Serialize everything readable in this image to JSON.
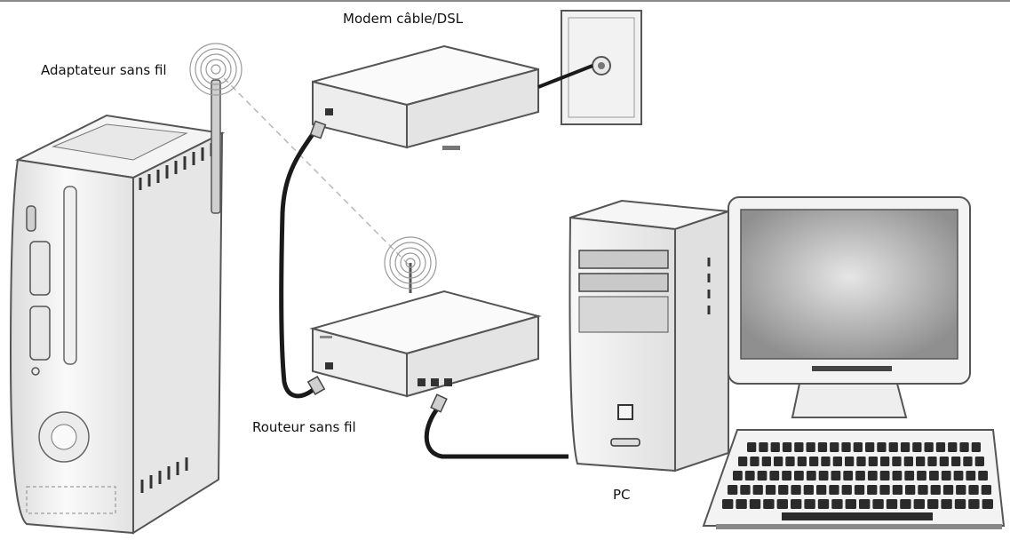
{
  "labels": {
    "modem": "Modem câble/DSL",
    "adapter": "Adaptateur sans fil",
    "router": "Routeur sans fil",
    "pc": "PC"
  },
  "colors": {
    "cable": "#1a1a1a",
    "device_fill": "#f3f3f3",
    "device_stroke": "#555555",
    "screen": "#9a9a9a",
    "wireless_link": "#b8b8b8"
  }
}
